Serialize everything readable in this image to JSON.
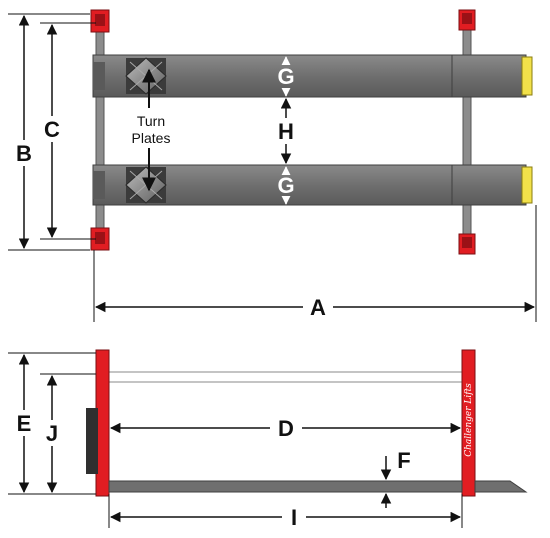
{
  "colors": {
    "post_red": "#e11d22",
    "post_dark_red": "#9b1116",
    "runway": "#6f6f6f",
    "runway_edge": "#4d4d4d",
    "ramp_yellow": "#f2e14a",
    "line": "#111111"
  },
  "top_view": {
    "turn_plates_label_line1": "Turn",
    "turn_plates_label_line2": "Plates",
    "dimension_g_top": "G",
    "dimension_g_bottom": "G",
    "dimension_h": "H",
    "dimension_a": "A",
    "dimension_b": "B",
    "dimension_c": "C"
  },
  "side_view": {
    "dimension_d": "D",
    "dimension_e": "E",
    "dimension_f": "F",
    "dimension_i": "I",
    "dimension_j": "J",
    "post_brand": "Challenger Lifts"
  }
}
